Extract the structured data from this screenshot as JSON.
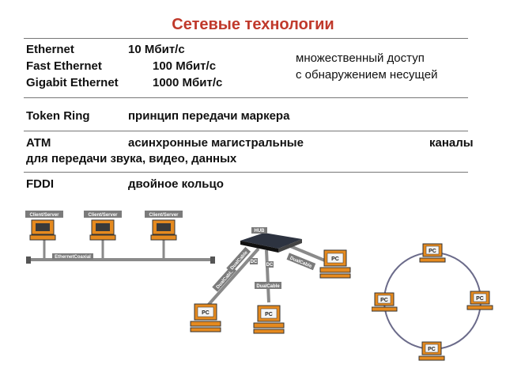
{
  "title": "Сетевые технологии",
  "ethernet": {
    "rows": [
      {
        "name": "Ethernet",
        "speed": "10 Мбит/с"
      },
      {
        "name": "Fast Ethernet",
        "speed": "100 Мбит/с"
      },
      {
        "name": "Gigabit Ethernet",
        "speed": "1000 Мбит/с"
      }
    ],
    "note_line1": "множественный доступ",
    "note_line2": "с обнаружением несущей"
  },
  "token_ring": {
    "name": "Token Ring",
    "desc": "принцип передачи маркера"
  },
  "atm": {
    "name": "ATM",
    "desc": "асинхронные магистральные",
    "desc_end": "каналы",
    "line2": "для передачи звука, видео, данных"
  },
  "fddi": {
    "name": "FDDI",
    "desc": "двойное кольцо"
  },
  "diagram_bus": {
    "node_label": "Client/Server",
    "cable_label": "EthernetCoaxial"
  },
  "diagram_star": {
    "hub_label": "HUB",
    "pc_label": "PC",
    "cable_label": "DualCable",
    "cable_short": "DC"
  },
  "diagram_ring": {
    "pc_label": "PC"
  },
  "colors": {
    "title": "#c0392b",
    "pc_orange": "#e58a1f",
    "cable_gray": "#8a8a8a",
    "ring_line": "#6b6b8a"
  }
}
